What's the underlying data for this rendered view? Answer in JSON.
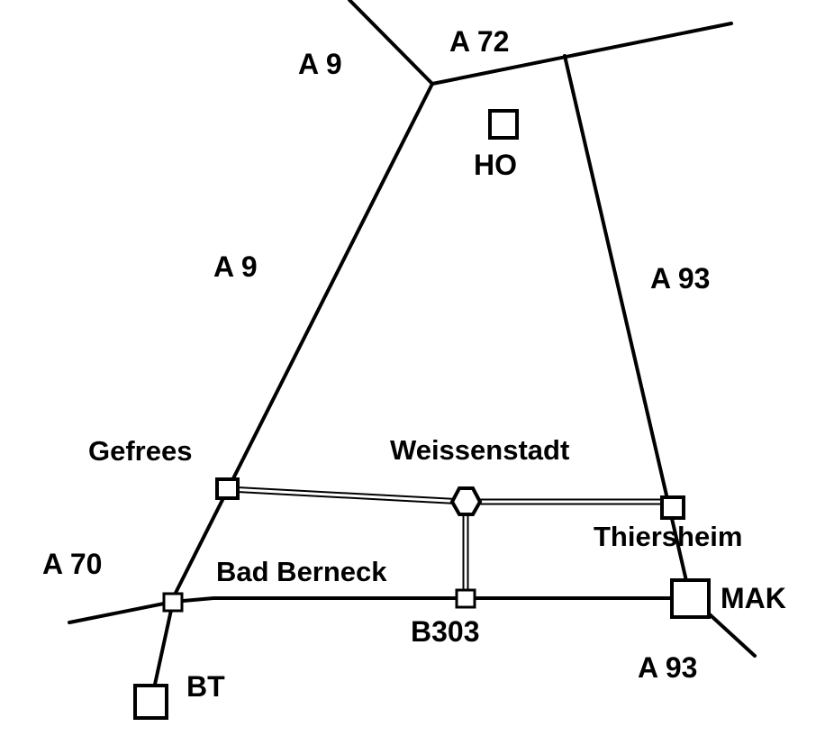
{
  "map": {
    "colors": {
      "road": "#000000",
      "minor_road": "#000000",
      "background": "#ffffff"
    },
    "road_labels": {
      "a9_top": "A 9",
      "a72": "A 72",
      "a9_mid": "A 9",
      "a93_top": "A 93",
      "a70": "A 70",
      "b303": "B303",
      "a93_bottom": "A 93"
    },
    "places": {
      "ho": "HO",
      "gefrees": "Gefrees",
      "weissenstadt": "Weissenstadt",
      "thiersheim": "Thiersheim",
      "bad_berneck": "Bad Berneck",
      "mak": "MAK",
      "bt": "BT"
    }
  }
}
